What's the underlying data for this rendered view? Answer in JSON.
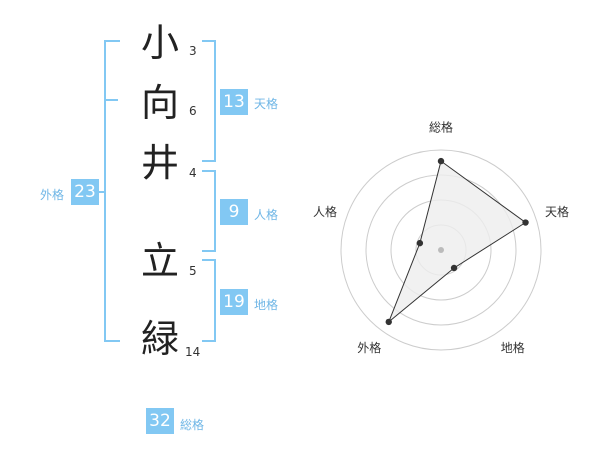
{
  "name": {
    "chars": [
      {
        "char": "小",
        "strokes": "3"
      },
      {
        "char": "向",
        "strokes": "6"
      },
      {
        "char": "井",
        "strokes": "4"
      },
      {
        "char": "立",
        "strokes": "5"
      },
      {
        "char": "緑",
        "strokes": "14"
      }
    ]
  },
  "fortune": {
    "tenkaku": {
      "value": "13",
      "label": "天格"
    },
    "jinkaku": {
      "value": "9",
      "label": "人格"
    },
    "chikaku": {
      "value": "19",
      "label": "地格"
    },
    "gaikaku": {
      "value": "23",
      "label": "外格"
    },
    "soukaku": {
      "value": "32",
      "label": "総格"
    }
  },
  "chart_data": {
    "type": "radar",
    "axes": [
      "総格",
      "天格",
      "地格",
      "外格",
      "人格"
    ],
    "values": [
      4,
      4,
      1,
      4,
      1
    ],
    "max": 4.5,
    "rings": 4
  },
  "colors": {
    "accent": "#82c8f3",
    "label": "#6fb6e6",
    "grid": "#cccccc",
    "fill": "#eeeeee"
  }
}
